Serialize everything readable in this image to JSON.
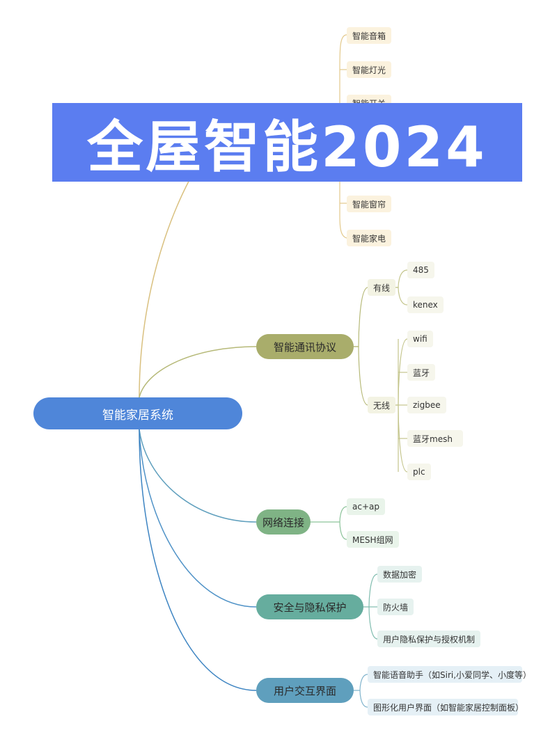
{
  "banner": {
    "title": "全屋智能2024"
  },
  "root": {
    "label": "智能家居系统"
  },
  "devices": {
    "items": [
      "智能音箱",
      "智能灯光",
      "智能开关",
      "智能窗帘",
      "智能家电"
    ]
  },
  "protocol": {
    "label": "智能通讯协议",
    "wired": {
      "label": "有线",
      "items": [
        "485",
        "kenex"
      ]
    },
    "wireless": {
      "label": "无线",
      "items": [
        "wifi",
        "蓝牙",
        "zigbee",
        "蓝牙mesh",
        "plc"
      ]
    }
  },
  "network": {
    "label": "网络连接",
    "items": [
      "ac+ap",
      "MESH组网"
    ]
  },
  "security": {
    "label": "安全与隐私保护",
    "items": [
      "数据加密",
      "防火墙",
      "用户隐私保护与授权机制"
    ]
  },
  "ui": {
    "label": "用户交互界面",
    "items": [
      "智能语音助手（如Siri,小爱同学、小度等）",
      "图形化用户界面（如智能家居控制面板）"
    ]
  },
  "colors": {
    "root": "#4f86d9",
    "devices": "#d9b97a",
    "protocol": "#a9ad6b",
    "network": "#7fb385",
    "security": "#66ad9e",
    "ui": "#5f9fbd",
    "banner": "#5b7df0"
  }
}
